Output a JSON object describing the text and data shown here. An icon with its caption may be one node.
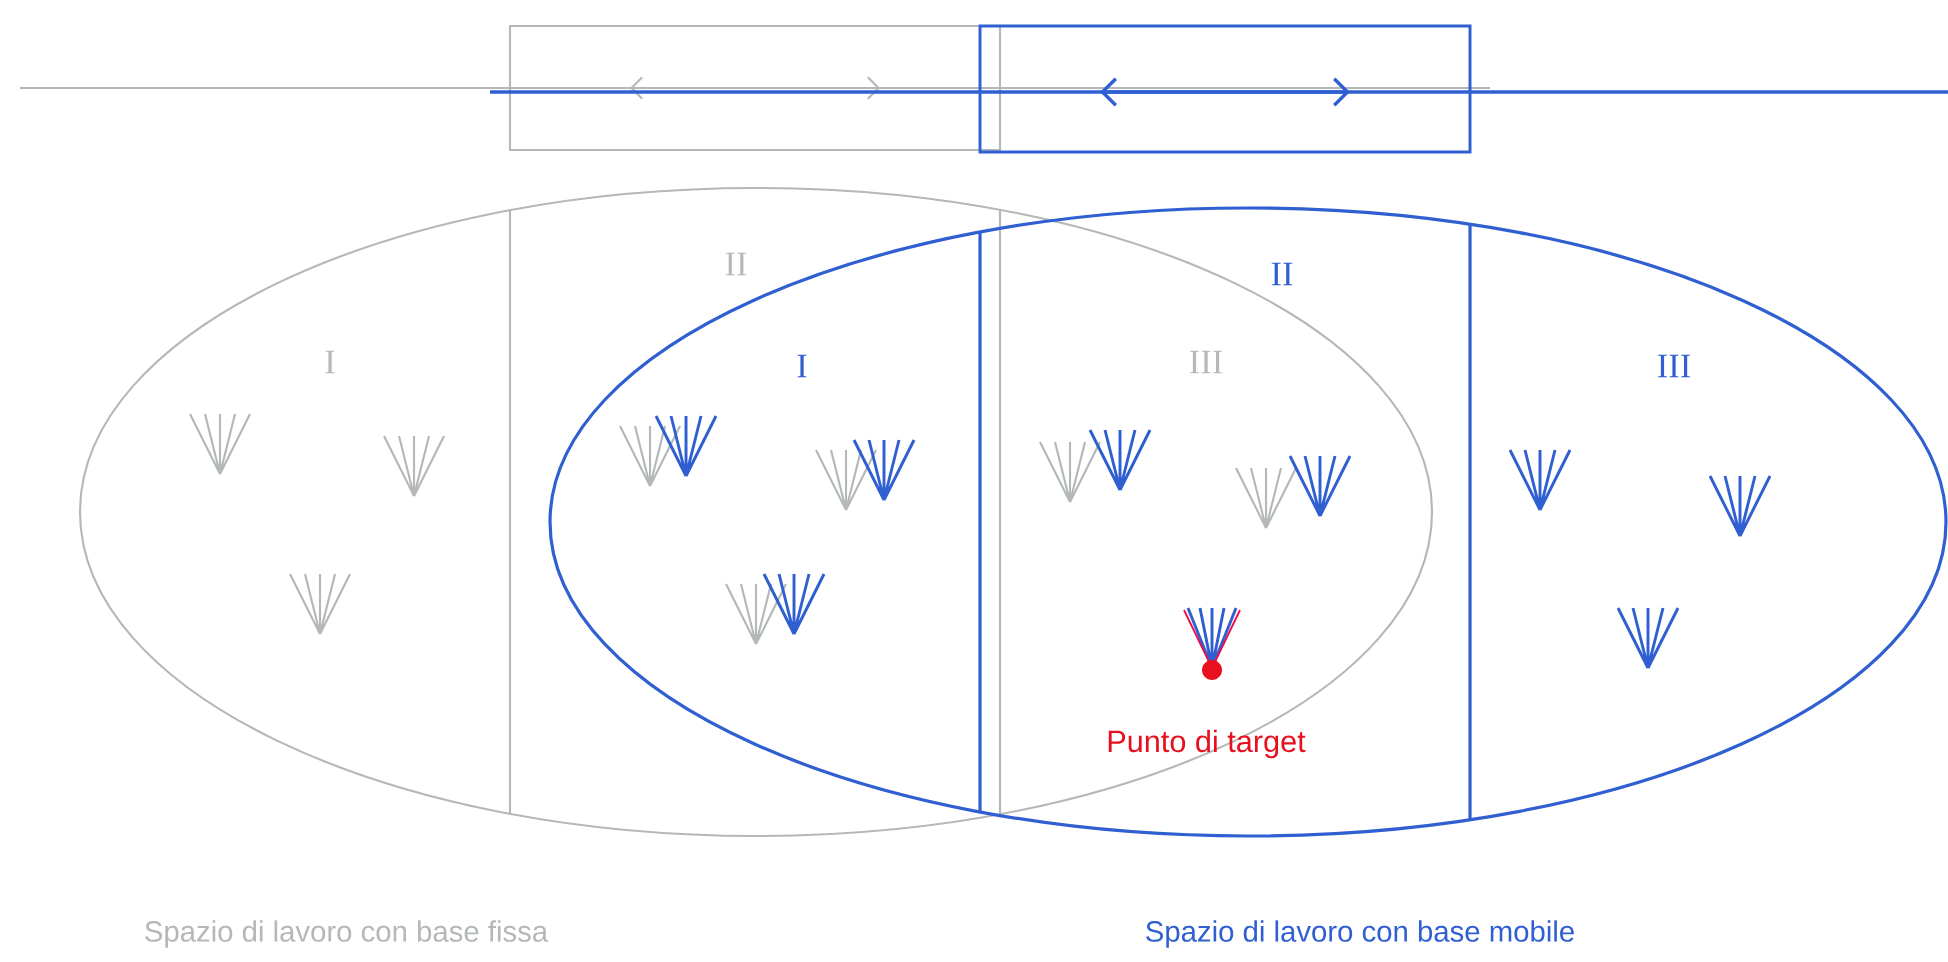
{
  "diagram": {
    "labels": [
      "II",
      "II",
      "I",
      "I",
      "III",
      "III",
      "Punto di target",
      "Spazio di lavoro con base fissa",
      "Spazio di lavoro con base mobile"
    ]
  }
}
